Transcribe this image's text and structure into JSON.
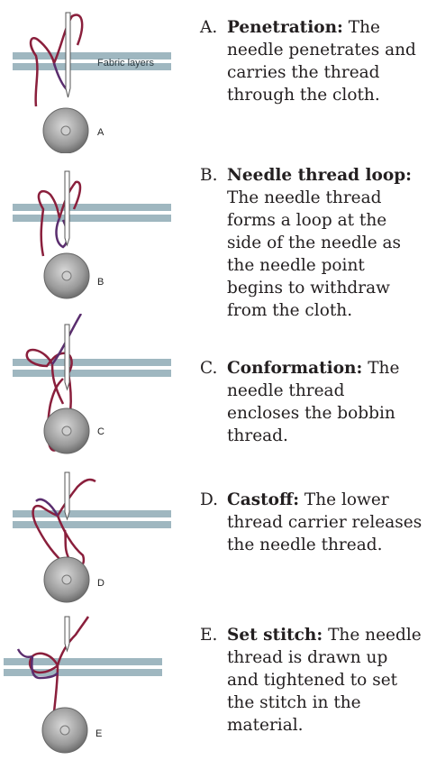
{
  "fabric_label": "Fabric layers",
  "steps": [
    {
      "letter": "A.",
      "term": "Penetration:",
      "lines": [
        "The",
        "needle penetrates and",
        "carries the thread",
        "through the cloth."
      ],
      "bobbin_label": "A"
    },
    {
      "letter": "B.",
      "term": "Needle thread loop:",
      "lines": [
        "",
        "The needle thread",
        "forms a loop at the",
        "side of the needle as",
        "the needle point",
        "begins to withdraw",
        "from the cloth."
      ],
      "bobbin_label": "B"
    },
    {
      "letter": "C.",
      "term": "Conformation:",
      "lines": [
        "The",
        "needle thread",
        "encloses the bobbin",
        "thread."
      ],
      "bobbin_label": "C"
    },
    {
      "letter": "D.",
      "term": "Castoff:",
      "lines": [
        "The lower",
        "thread carrier releases",
        "the needle thread."
      ],
      "bobbin_label": "D"
    },
    {
      "letter": "E.",
      "term": "Set stitch:",
      "lines": [
        "The needle",
        "thread is drawn up",
        "and tightened to set",
        "the stitch in the",
        "material."
      ],
      "bobbin_label": "E"
    }
  ],
  "colors": {
    "fabric": "#9fb7c0",
    "thread": "#8a1f3c",
    "thread_purple": "#5a2d6e",
    "bobbin": "#8a8a8a",
    "needle": "#ffffff"
  }
}
